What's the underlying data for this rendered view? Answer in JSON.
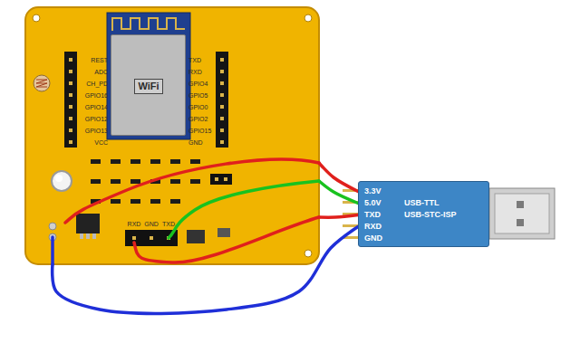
{
  "diagram": {
    "nodes": [
      {
        "text": [
          "REST",
          "ADC",
          "CH_PD",
          "GPIO16",
          "GPIO14",
          "GPIO12",
          "GPIO13",
          "VCC",
          "TXD",
          "RXD",
          "GPIO4",
          "GPIO5",
          "GPIO0",
          "GPIO2",
          "GPIO15",
          "GND",
          "RXD",
          "GND",
          "TXD"
        ]
      },
      {
        "text": [
          "WiFi"
        ],
        "in": 0
      },
      {
        "text": [
          "3.3V",
          "5.0V",
          "TXD",
          "RXD",
          "GND",
          "USB-TTL",
          "USB-STC-ISP"
        ]
      }
    ],
    "edges": [
      {
        "from": 2,
        "to": 0,
        "arrow": "none"
      },
      {
        "from": 2,
        "to": 0,
        "arrow": "none"
      },
      {
        "from": 2,
        "to": 0,
        "arrow": "none"
      },
      {
        "from": 2,
        "to": 0,
        "arrow": "none"
      }
    ]
  }
}
